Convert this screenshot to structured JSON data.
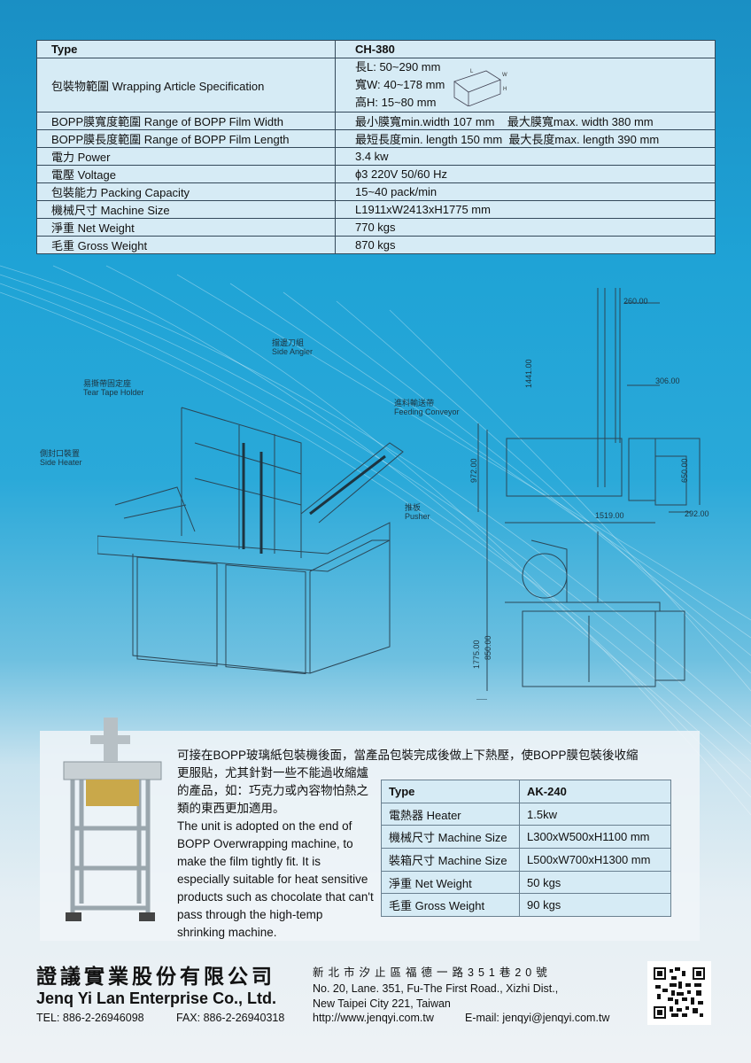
{
  "spec_table": {
    "header": {
      "label": "Type",
      "value": "CH-380"
    },
    "wrapping": {
      "label": "包裝物範圍 Wrapping Article Specification",
      "values": [
        "長L: 50~290 mm",
        "寬W: 40~178 mm",
        "高H: 15~80 mm"
      ],
      "box_labels": [
        "L",
        "W",
        "H"
      ]
    },
    "rows": [
      {
        "label": "BOPP膜寬度範圍 Range of BOPP Film Width",
        "value": "最小膜寬min.width 107 mm    最大膜寬max. width 380 mm"
      },
      {
        "label": "BOPP膜長度範圍 Range of BOPP Film Length",
        "value": "最短長度min. length 150 mm  最大長度max. length 390 mm"
      },
      {
        "label": "電力 Power",
        "value": "3.4 kw"
      },
      {
        "label": "電壓 Voltage",
        "value": "ɸ3 220V 50/60 Hz"
      },
      {
        "label": "包裝能力 Packing Capacity",
        "value": "15~40 pack/min"
      },
      {
        "label": "機械尺寸 Machine Size",
        "value": "L1911xW2413xH1775 mm"
      },
      {
        "label": "淨重 Net Weight",
        "value": "770 kgs"
      },
      {
        "label": "毛重 Gross Weight",
        "value": "870 kgs"
      }
    ]
  },
  "diagram": {
    "labels": [
      {
        "cn": "擋邊刀組",
        "en": "Side Angler"
      },
      {
        "cn": "易撕帶固定座",
        "en": "Tear Tape Holder"
      },
      {
        "cn": "進料輸送帶",
        "en": "Feeding Conveyor"
      },
      {
        "cn": "側封口裝置",
        "en": "Side Heater"
      },
      {
        "cn": "推板",
        "en": "Pusher"
      }
    ],
    "dimensions": [
      "260.00",
      "1441.00",
      "306.00",
      "972.00",
      "650.00",
      "1519.00",
      "292.00",
      "1775.00",
      "850.00"
    ]
  },
  "shrink_unit": {
    "description_cn_line1": "可接在BOPP玻璃紙包裝機後面，當產品包裝完成後做上下熱壓，使BOPP膜包裝後收縮",
    "description_cn_rest": "更服貼，尤其針對一些不能過收縮爐的產品，如：巧克力或內容物怕熱之類的東西更加適用。",
    "description_en": "The unit is adopted on the end of BOPP Overwrapping machine, to make the film tightly fit. It is especially suitable for heat sensitive products such as chocolate that can't pass through the high-temp shrinking machine.",
    "table": {
      "header": {
        "label": "Type",
        "value": "AK-240"
      },
      "rows": [
        {
          "label": "電熱器 Heater",
          "value": "1.5kw"
        },
        {
          "label": "機械尺寸 Machine Size",
          "value": "L300xW500xH1100 mm"
        },
        {
          "label": "裝箱尺寸 Machine Size",
          "value": "L500xW700xH1300 mm"
        },
        {
          "label": "淨重 Net Weight",
          "value": "50 kgs"
        },
        {
          "label": "毛重 Gross Weight",
          "value": "90 kgs"
        }
      ]
    }
  },
  "footer": {
    "company_cn": "證議實業股份有限公司",
    "company_en": "Jenq Yi Lan Enterprise Co., Ltd.",
    "tel": "TEL: 886-2-26946098",
    "fax": "FAX: 886-2-26940318",
    "address_cn": "新北市汐止區福德一路351巷20號",
    "address_en_1": "No. 20, Lane. 351, Fu-The First Road., Xizhi Dist.,",
    "address_en_2": "New Taipei City 221, Taiwan",
    "website": "http://www.jenqyi.com.tw",
    "email": "E-mail: jenqyi@jenqyi.com.tw"
  }
}
